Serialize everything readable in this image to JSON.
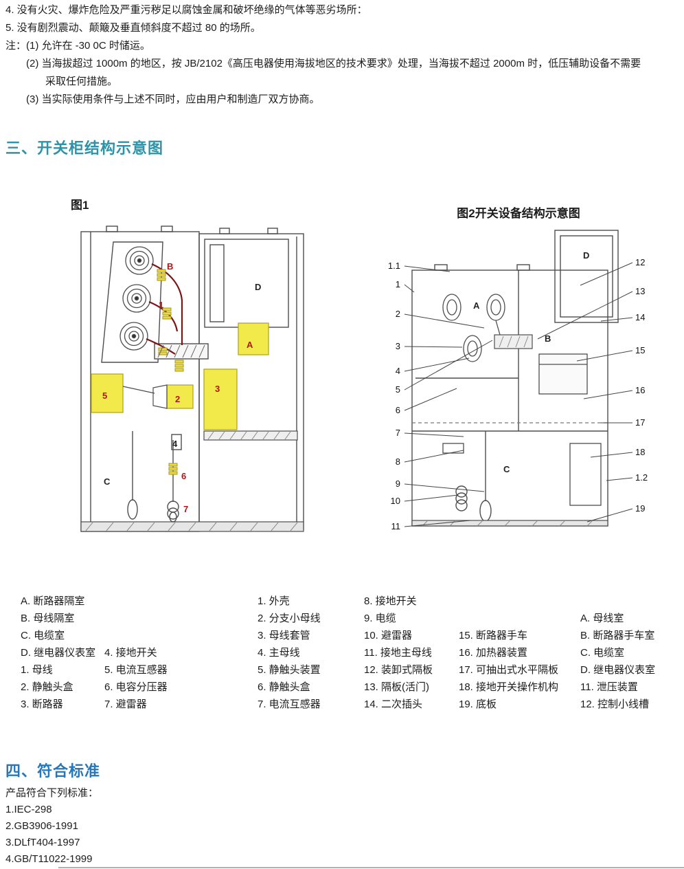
{
  "colors": {
    "section3_heading": "#2e93a8",
    "section4_heading": "#2678ba",
    "diagram_highlight_yellow": "#f2ea4a",
    "diagram_busbar_red": "#7d1414",
    "diagram_label_red": "#b11616",
    "diagram_line_gray": "#4d4d4d"
  },
  "intro": {
    "line1": "4. 没有火灾、爆炸危险及严重污秽足以腐蚀金属和破坏绝缘的气体等恶劣场所：",
    "line2": "5. 没有剧烈震动、颠簸及垂直倾斜度不超过 80 的场所。",
    "line3": "注：(1) 允许在 -30 0C 时储运。",
    "line4": "(2) 当海拔超过 1000m 的地区，按 JB/2102《高压电器使用海拔地区的技术要求》处理，当海拔不超过 2000m 时，低压辅助设备不需要",
    "line5": "采取任何措施。",
    "line6": "(3) 当实际使用条件与上述不同时，应由用户和制造厂双方协商。"
  },
  "section3": {
    "title": "三、开关柜结构示意图"
  },
  "figure1": {
    "caption": "图1",
    "labels": {
      "b": "B",
      "one": "1",
      "d": "D",
      "a": "A",
      "five": "5",
      "two": "2",
      "three": "3",
      "four": "4",
      "c": "C",
      "six": "6",
      "seven": "7"
    }
  },
  "figure2": {
    "caption": "图2开关设备结构示意图",
    "letters": {
      "a": "A",
      "b": "B",
      "c": "C",
      "d": "D"
    },
    "callouts_left": [
      "1.1",
      "1",
      "2",
      "3",
      "4",
      "5",
      "6",
      "7",
      "8",
      "9",
      "10",
      "11"
    ],
    "callouts_right": [
      "12",
      "13",
      "14",
      "15",
      "16",
      "17",
      "18",
      "1.2",
      "19"
    ]
  },
  "legend": {
    "group1": {
      "col_a": [
        "A. 断路器隔室",
        "B. 母线隔室",
        "C. 电缆室",
        "D. 继电器仪表室",
        "1. 母线",
        "2. 静触头盒",
        "3. 断路器"
      ],
      "col_b": [
        "",
        "",
        "",
        "4. 接地开关",
        "5. 电流互感器",
        "6. 电容分压器",
        "7. 避雷器"
      ]
    },
    "group2": [
      "1. 外壳",
      "2. 分支小母线",
      "3. 母线套管",
      "4. 主母线",
      "5. 静触头装置",
      "6. 静触头盒",
      "7. 电流互感器"
    ],
    "group3": {
      "col_a": [
        "8. 接地开关",
        "9. 电缆",
        "10. 避雷器",
        "11. 接地主母线",
        "12. 装卸式隔板",
        "13. 隔板(活门)",
        "14. 二次插头"
      ],
      "col_b": [
        "",
        "",
        "15. 断路器手车",
        "16. 加热器装置",
        "17. 可抽出式水平隔板",
        "18. 接地开关操作机构",
        "19. 底板"
      ]
    },
    "group4": [
      "A. 母线室",
      "B. 断路器手车室",
      "C. 电缆室",
      "D. 继电器仪表室",
      "11. 泄压装置",
      "12. 控制小线槽"
    ]
  },
  "section4": {
    "title": "四、符合标准"
  },
  "standards": {
    "intro": "产品符合下列标准：",
    "items": [
      "1.IEC-298",
      "2.GB3906-1991",
      "3.DLfT404-1997",
      "4.GB/T11022-1999"
    ]
  }
}
